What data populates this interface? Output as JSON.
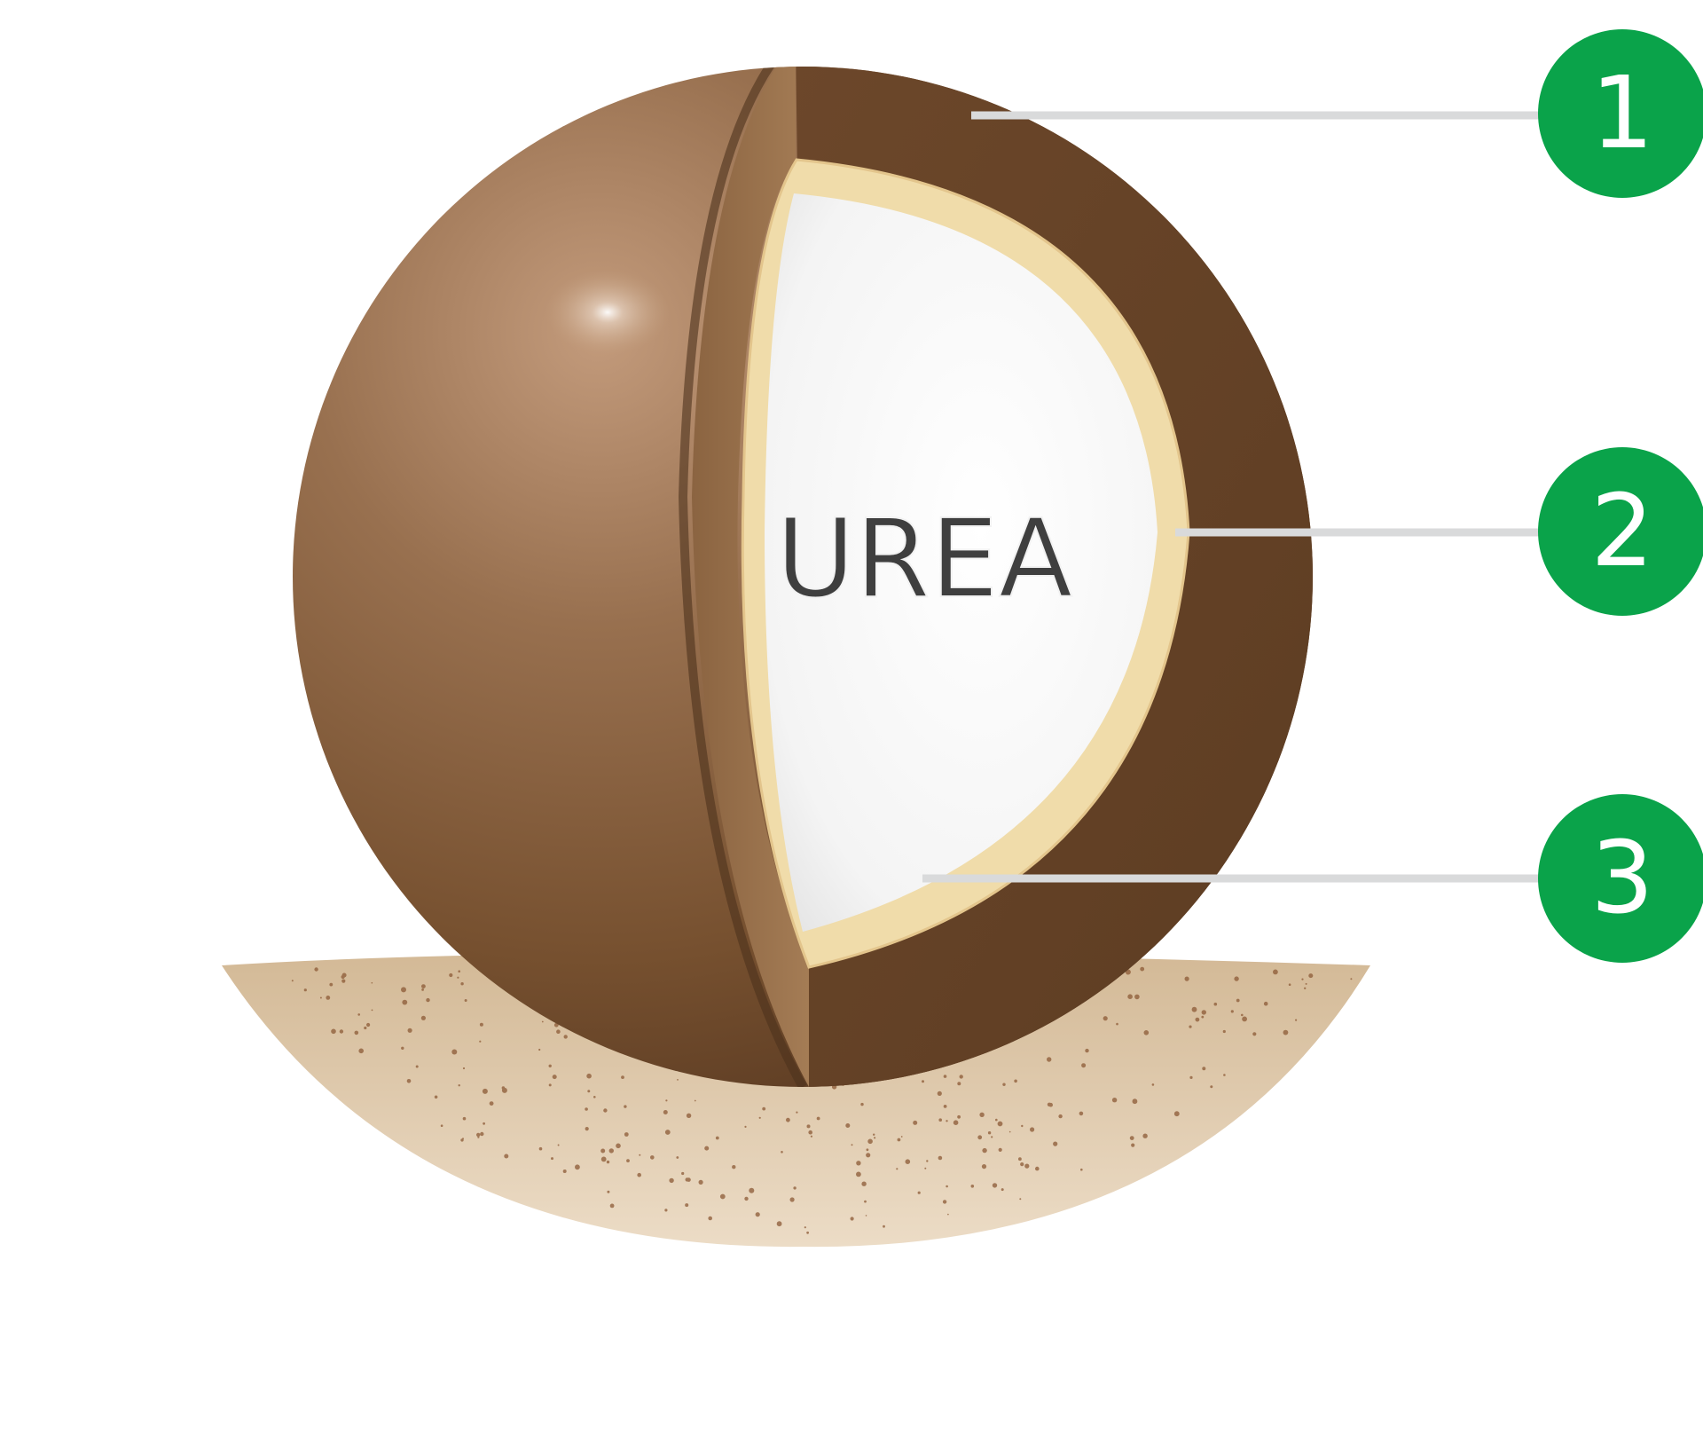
{
  "core_label": "UREA",
  "callouts": [
    {
      "number": "1"
    },
    {
      "number": "2"
    },
    {
      "number": "3"
    }
  ],
  "colors": {
    "badge": "#0aa34a",
    "leader_line": "#d9dadb",
    "coating_brown": "#7a5236",
    "inner_layer": "#f0dcaa",
    "core_white": "#ffffff",
    "soil": "#d9c2a3",
    "label_text": "#3f3f3f"
  },
  "icons": [
    "granule-cross-section",
    "soil-mound"
  ]
}
